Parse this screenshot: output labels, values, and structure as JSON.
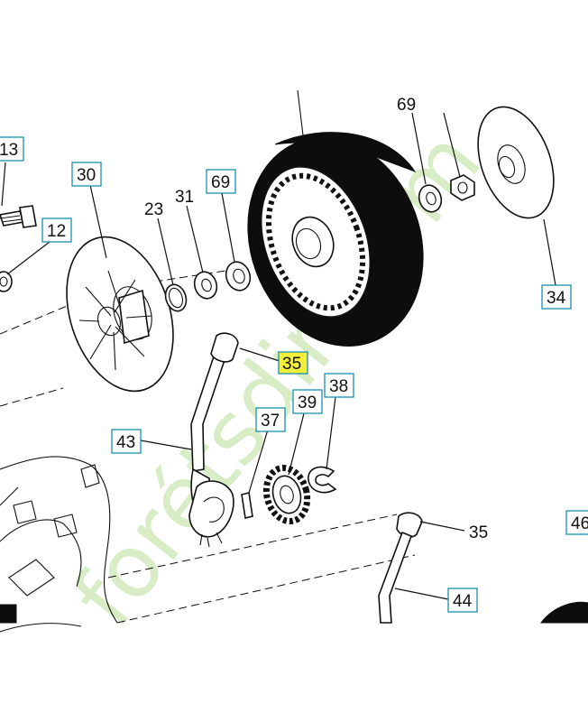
{
  "diagram": {
    "callouts": [
      {
        "id": "c13",
        "text": "13",
        "style": "boxed"
      },
      {
        "id": "c30",
        "text": "30",
        "style": "boxed"
      },
      {
        "id": "c23",
        "text": "23",
        "style": "plain"
      },
      {
        "id": "c31",
        "text": "31",
        "style": "plain"
      },
      {
        "id": "c69a",
        "text": "69",
        "style": "boxed"
      },
      {
        "id": "c12",
        "text": "12",
        "style": "boxed"
      },
      {
        "id": "c69b",
        "text": "69",
        "style": "plain"
      },
      {
        "id": "c34",
        "text": "34",
        "style": "boxed"
      },
      {
        "id": "c35a",
        "text": "35",
        "style": "highlighted"
      },
      {
        "id": "c38",
        "text": "38",
        "style": "boxed"
      },
      {
        "id": "c39",
        "text": "39",
        "style": "boxed"
      },
      {
        "id": "c37",
        "text": "37",
        "style": "boxed"
      },
      {
        "id": "c43",
        "text": "43",
        "style": "boxed"
      },
      {
        "id": "c35b",
        "text": "35",
        "style": "plain"
      },
      {
        "id": "c46",
        "text": "46",
        "style": "boxed"
      },
      {
        "id": "c44",
        "text": "44",
        "style": "boxed"
      }
    ],
    "highlight_color": "#f4ef3a",
    "box_border_color": "#1a8fb0"
  },
  "watermark": {
    "text": "forétsdin.com",
    "color": "#d8ecc6",
    "accent_color": "#fbd9b3"
  }
}
